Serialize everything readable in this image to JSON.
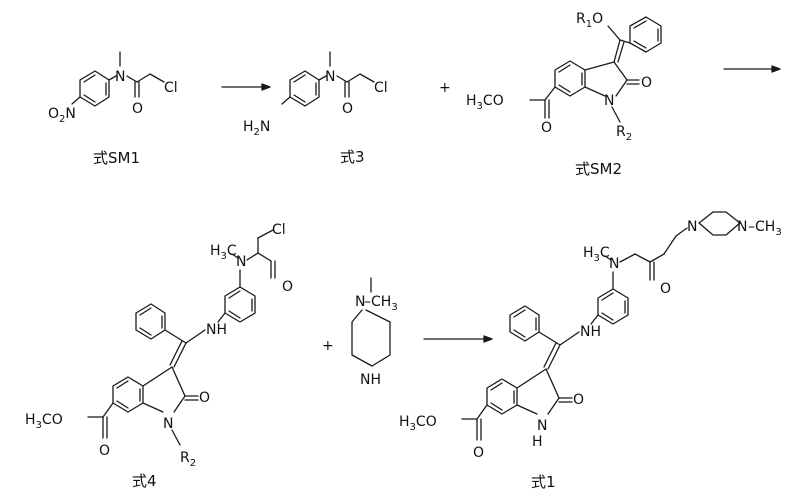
{
  "captions": {
    "sm1": "式SM1",
    "c3": "式3",
    "sm2": "式SM2",
    "c4": "式4",
    "c1": "式1"
  },
  "operators": {
    "plus1": "+",
    "plus2": "+"
  },
  "labels": {
    "o": "O",
    "n": "N",
    "cl": "Cl",
    "ch3": "CH",
    "ch3_sub": "3",
    "nh": "NH",
    "hn": "H",
    "h3c": "H",
    "h3c_sub": "3",
    "h3c_c": "C",
    "h2n": "H",
    "h2n_sub": "2",
    "h2n_n": "N",
    "o2n": "O",
    "o2n_sub": "2",
    "o2n_n": "N",
    "r1": "R",
    "r1_sub": "1",
    "r2": "R",
    "r2_sub": "2",
    "h3coc": "H",
    "h3coc_sub": "3",
    "h3coc_tail": "CO",
    "n_ch3": "N",
    "ch3_dash": "–CH",
    "nh_pip": "NH"
  }
}
